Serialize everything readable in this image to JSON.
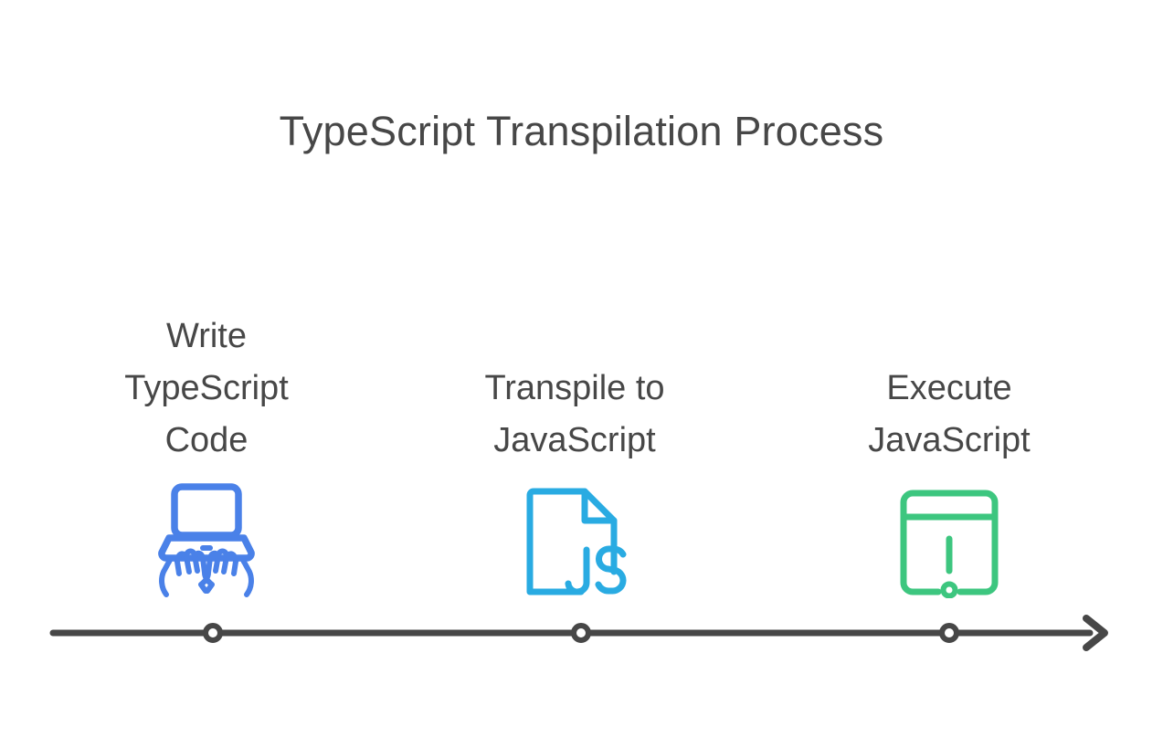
{
  "diagram": {
    "type": "timeline-process",
    "title": "TypeScript Transpilation Process",
    "background_color": "#ffffff",
    "title_color": "#474747",
    "timeline": {
      "axis_color": "#474747",
      "node_count": 3,
      "arrow_direction": "right"
    },
    "steps": [
      {
        "index": 1,
        "label": "Write\nTypeScript\nCode",
        "label_lines": [
          "Write",
          "TypeScript",
          "Code"
        ],
        "icon": "laptop-typing-hands-icon",
        "icon_color": "#4A81E8"
      },
      {
        "index": 2,
        "label": "Transpile to\nJavaScript",
        "label_lines": [
          "Transpile to",
          "JavaScript"
        ],
        "icon": "javascript-file-icon",
        "icon_color": "#29ABE2",
        "icon_text": "JS"
      },
      {
        "index": 3,
        "label": "Execute\nJavaScript",
        "label_lines": [
          "Execute",
          "JavaScript"
        ],
        "icon": "browser-window-alert-icon",
        "icon_color": "#3DC67F"
      }
    ]
  }
}
